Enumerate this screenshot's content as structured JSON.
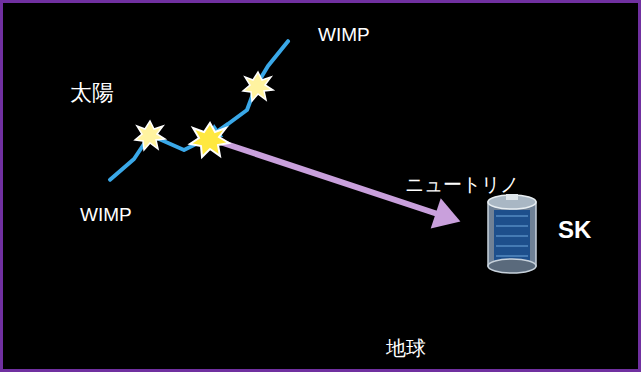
{
  "diagram": {
    "nodes": [
      {
        "text": [
          "太陽"
        ]
      },
      {
        "text": [
          "WIMP"
        ]
      },
      {
        "text": [
          "WIMP"
        ]
      },
      {
        "text": [
          "ニュートリノ"
        ]
      },
      {
        "text": [
          "SK"
        ]
      },
      {
        "text": [
          "地球"
        ]
      }
    ],
    "edges": [
      {
        "from": 1,
        "to": 0,
        "arrow": "to"
      },
      {
        "from": 2,
        "to": 0,
        "arrow": "none"
      },
      {
        "from": 0,
        "to": 3,
        "arrow": "to"
      }
    ]
  }
}
